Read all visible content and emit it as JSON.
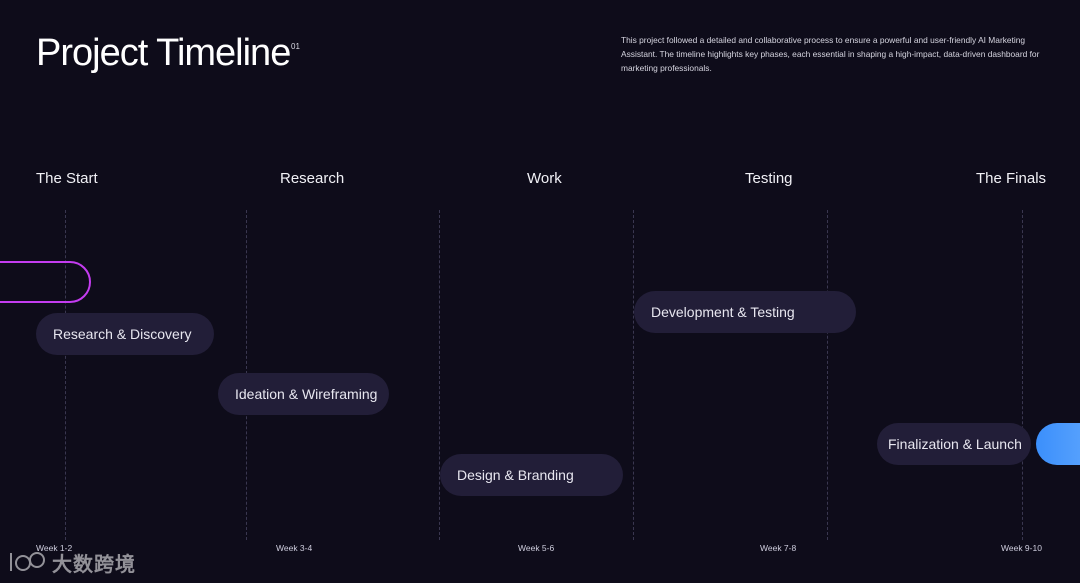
{
  "header": {
    "title": "Project Timeline",
    "index": "01",
    "description": "This project followed a detailed and collaborative process to ensure a powerful and user-friendly AI Marketing Assistant. The timeline highlights key phases, each essential in shaping a high-impact, data-driven dashboard for marketing professionals."
  },
  "phases": [
    "The Start",
    "Research",
    "Work",
    "Testing",
    "The Finals"
  ],
  "tasks": [
    "Research & Discovery",
    "Ideation & Wireframing",
    "Design & Branding",
    "Development & Testing",
    "Finalization & Launch"
  ],
  "weeks": [
    "Week 1-2",
    "Week 3-4",
    "Week 5-6",
    "Week 7-8",
    "Week 9-10"
  ],
  "watermark": {
    "text": "大数跨境",
    "icon": "watermark-logo-icon"
  },
  "colors": {
    "background": "#0e0c1a",
    "pill": "#221e38",
    "accent_outline": "#c43cf0",
    "accent_fill": "#3b8ffb"
  }
}
